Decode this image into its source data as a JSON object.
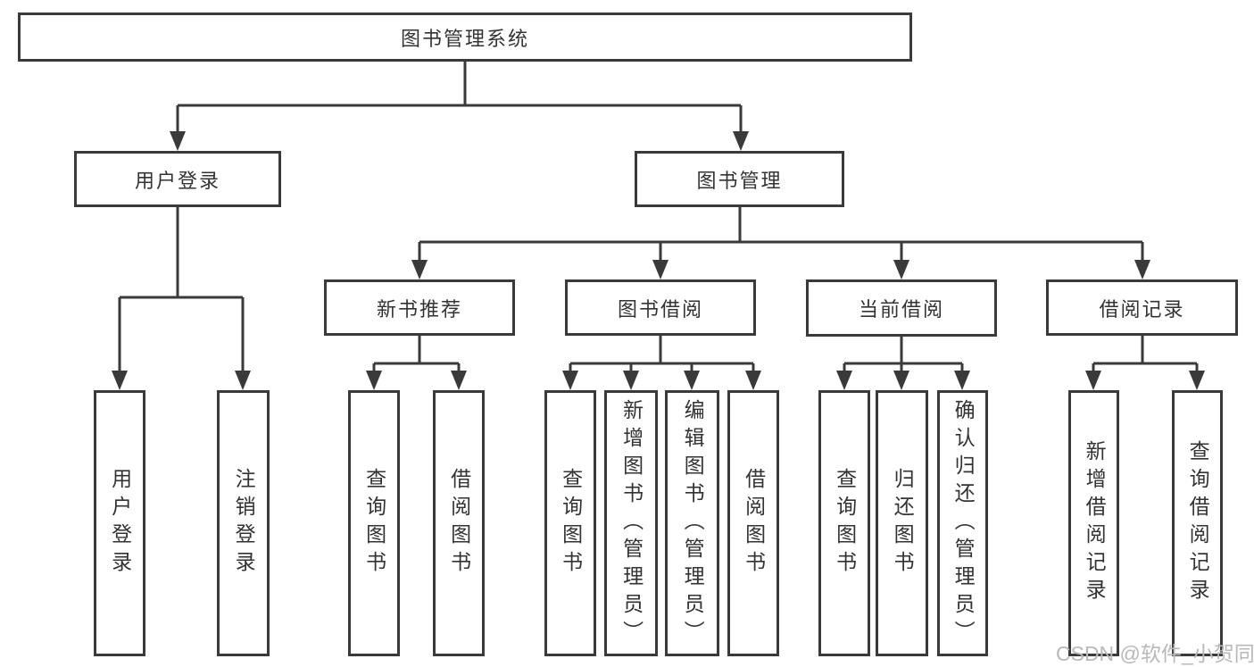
{
  "watermark": "CSDN @软件_小贺同学",
  "colors": {
    "line": "#3a3a3a",
    "text": "#333333",
    "box_background": "#ffffff",
    "watermark": "#b9b9b9"
  },
  "tree": {
    "root": {
      "label": "图书管理系统",
      "children": [
        {
          "label": "用户登录",
          "children": [
            {
              "label": "用户登录"
            },
            {
              "label": "注销登录"
            }
          ]
        },
        {
          "label": "图书管理",
          "children": [
            {
              "label": "新书推荐",
              "children": [
                {
                  "label": "查询图书"
                },
                {
                  "label": "借阅图书"
                }
              ]
            },
            {
              "label": "图书借阅",
              "children": [
                {
                  "label": "查询图书"
                },
                {
                  "label": "新增图书（管理员）"
                },
                {
                  "label": "编辑图书（管理员）"
                },
                {
                  "label": "借阅图书"
                }
              ]
            },
            {
              "label": "当前借阅",
              "children": [
                {
                  "label": "查询图书"
                },
                {
                  "label": "归还图书"
                },
                {
                  "label": "确认归还（管理员）"
                }
              ]
            },
            {
              "label": "借阅记录",
              "children": [
                {
                  "label": "新增借阅记录"
                },
                {
                  "label": "查询借阅记录"
                }
              ]
            }
          ]
        }
      ]
    }
  }
}
